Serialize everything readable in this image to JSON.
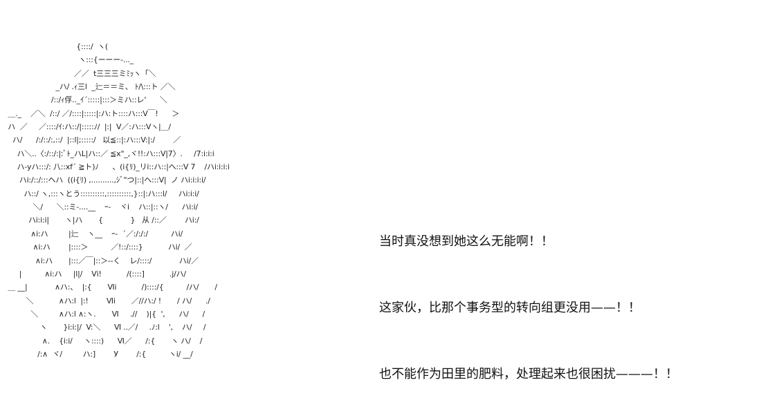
{
  "ascii_art": {
    "lines": [
      "                               {::::/  ヽ(",
      "                                ヽ:::{ーーー-..._",
      "                              ／／  t三三三ミﾐｯヽ「＼",
      "                      _ハ/ .ｨ三l  _辷＝＝ミ、 ﾄ/\\:::ト ／＼",
      "                    /::/ｨ俘.._ｲ´:::::|:::＞ミハ::レ'      ＼",
      " ＿._    ／＼  /::/ ／/::::|:::::|:ハ:ト::::ハ:::V￣!      ＞",
      " ハ  ／     ／::::/ｲ:ハ::/|:::::ﾉ/  |:|  V／:ハ:::Vヽ|＿/",
      "   ハ/      /:/::/:,::/  |::l|;:::::/   以≦::|:ハ:::V:|:/        ／",
      "     ハ＼..〈:/::/:|:ﾞﾄ_ハL|ハ::／ ≦x\"_,ヾ!!:ハ:::V|7〉.     /7:i:i:i",
      "     ハ-yハ:::/: 八::xf´ ≧ト)ﾉ      、(i{ﾘ)_リi::ハ::|ヘ:::V 7    /ハi:i:i:i",
      "      ハi:/::/:::ヘハ  ((i{ﾘ) ,..........,ｼﾞ\"つ|::|ヘ:::V|  ノ ハi:i:i:i/",
      "        ハ::/ ヽ,:::ヽとう::::::::::,::::::::::,}::|:ハ:::l/     ハi:i:i/",
      "            ＼/      ＼::ミ-....__    ｰ-    ヾi    ハ::|::ヽ/      ハi:i/",
      "          ハi:i:i|       ヽ|ハ       {            }   从 /::／        ハi:/",
      "           ∧i:ハ         |辷    ヽ__    ｰ-  ´／:/:/:/          ハi/",
      "            ∧i:ハ        |::::＞          ／!::/::::}           ハi/  ／",
      "             ∧i:ハ       |:::／￣|::＞--く    レ/::::/            ハi/／",
      "      |          ∧i:ハ     |l|/    Ⅴi!           /(::::]           .j/ハ/",
      " ＿ __|            ∧ハ:、  |:{       Ⅵi           /)::::/{          /ハ/       /",
      "         ＼           ∧ハ:l  |:!        Ⅵi       ／//ハ:/ !       / ハ/      ./",
      "           ＼         ∧ハ:l ∧:ヽ.       Ⅵ     .//    )|{  ',      ハ/      /",
      "               ヽ       }i:i:|/  V:＼      Ⅵ ..／/     .ﾉ:l    ',    ハ/     /",
      "                ∧.    {i:i/     ヽ::::)      Ⅵ／      /:{       ヽ ハ/    /",
      "              /:∧  ヾ/         ハ:]        У        /:{          ヽi/ __/"
    ]
  },
  "caption": {
    "lines": [
      "当时真没想到她这么无能啊！！",
      "这家伙，比那个事务型的转向组更没用——！！",
      "也不能作为田里的肥料，处理起来也很困扰———！！"
    ]
  }
}
